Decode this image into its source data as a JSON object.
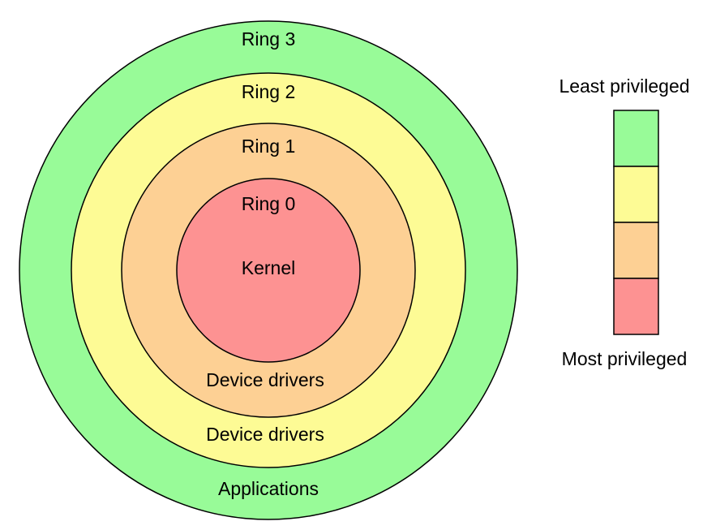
{
  "rings": [
    {
      "ring_label": "Ring 3",
      "role_label": "Applications",
      "color": "#98fb98"
    },
    {
      "ring_label": "Ring 2",
      "role_label": "Device drivers",
      "color": "#fdfb95"
    },
    {
      "ring_label": "Ring 1",
      "role_label": "Device drivers",
      "color": "#fdd094"
    },
    {
      "ring_label": "Ring 0",
      "role_label": "Kernel",
      "color": "#fd9292"
    }
  ],
  "legend": {
    "top_label": "Least privileged",
    "bottom_label": "Most privileged",
    "order": [
      "#98fb98",
      "#fdfb95",
      "#fdd094",
      "#fd9292"
    ]
  },
  "stroke_color": "#000000"
}
